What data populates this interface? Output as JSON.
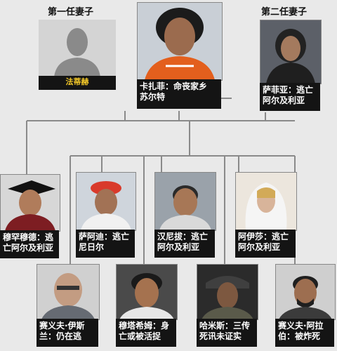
{
  "labels": {
    "first_wife": "第一任妻子",
    "second_wife": "第二任妻子"
  },
  "nodes": {
    "gaddafi": {
      "line1": "卡扎菲：命丧家乡",
      "line2": "苏尔特"
    },
    "fatiha": {
      "name": "法蒂赫"
    },
    "safia": {
      "line1": "萨菲亚：逃亡",
      "line2": "阿尔及利亚"
    },
    "muhammad": {
      "line1": "穆罕穆德：逃",
      "line2": "亡阿尔及利亚"
    },
    "saadi": {
      "line1": "萨阿迪：逃亡",
      "line2": "尼日尔"
    },
    "hannibal": {
      "line1": "汉尼拔：逃亡",
      "line2": "阿尔及利亚"
    },
    "aisha": {
      "line1": "阿伊莎：逃亡",
      "line2": "阿尔及利亚"
    },
    "saif_islam": {
      "line1": "赛义夫·伊斯",
      "line2": "兰：仍在逃"
    },
    "mutassim": {
      "line1": "穆塔希姆：身",
      "line2": "亡或被活捉"
    },
    "khamis": {
      "line1": "哈米斯：三传",
      "line2": "死讯未证实"
    },
    "saif_arab": {
      "line1": "赛义夫·阿拉",
      "line2": "伯：被炸死"
    }
  }
}
